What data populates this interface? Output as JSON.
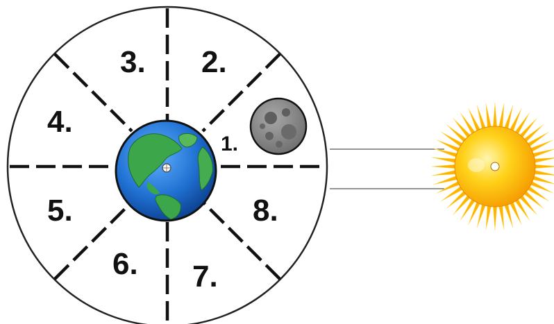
{
  "sections": [
    {
      "label": "1."
    },
    {
      "label": "2."
    },
    {
      "label": "3."
    },
    {
      "label": "4."
    },
    {
      "label": "5."
    },
    {
      "label": "6."
    },
    {
      "label": "7."
    },
    {
      "label": "8."
    }
  ],
  "icons": {
    "earth": "earth-icon",
    "moon": "moon-icon",
    "sun": "sun-icon"
  },
  "colors": {
    "ocean": "#1f6fd1",
    "land": "#3ca64b",
    "moon": "#8a8a8a",
    "sun_core": "#ffd21a",
    "sun_rays": "#ffb300"
  }
}
